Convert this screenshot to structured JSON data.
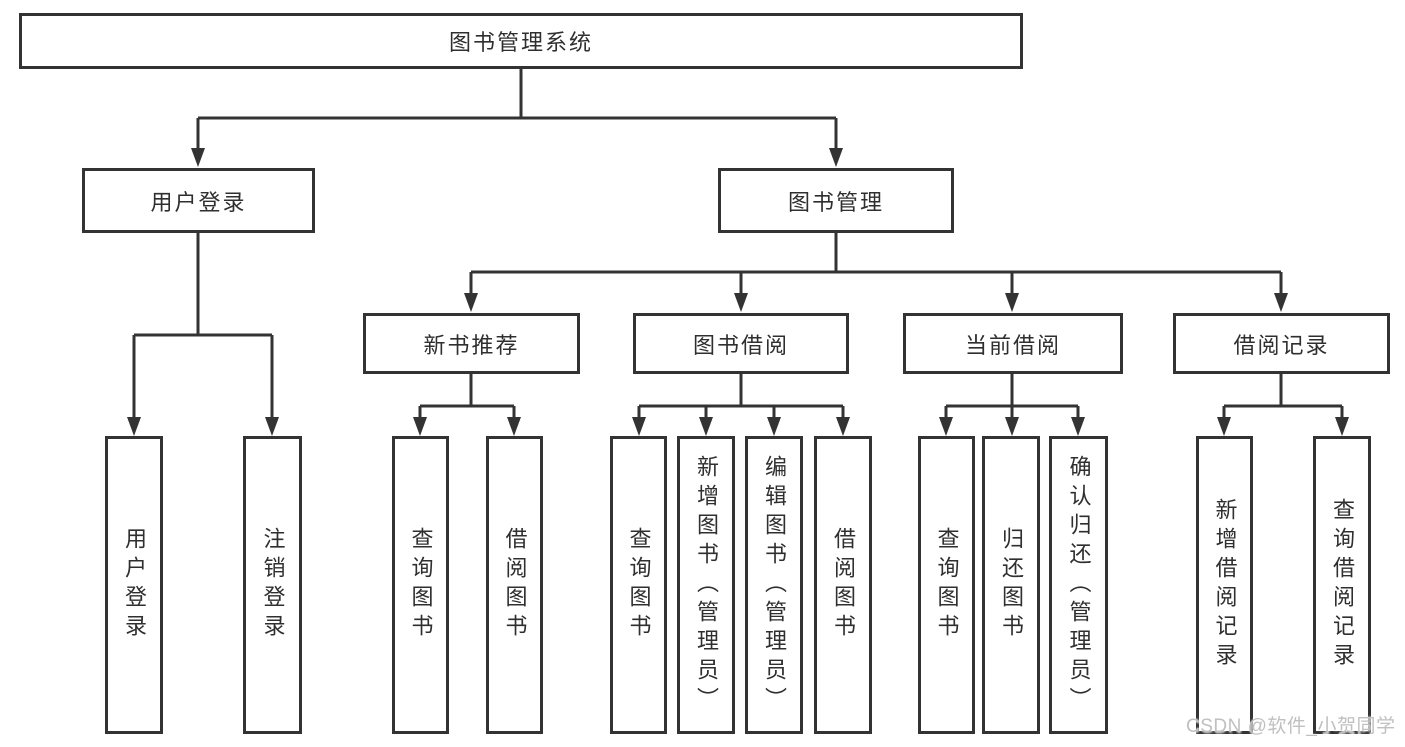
{
  "diagram": {
    "root": {
      "label": "图书管理系统",
      "children": {
        "user_login": {
          "label": "用户登录",
          "children": {
            "login": {
              "label": "用户登录"
            },
            "logout": {
              "label": "注销登录"
            }
          }
        },
        "book_mgmt": {
          "label": "图书管理",
          "children": {
            "new_book_rec": {
              "label": "新书推荐",
              "children": {
                "query_book": {
                  "label": "查询图书"
                },
                "borrow_book": {
                  "label": "借阅图书"
                }
              }
            },
            "book_borrow": {
              "label": "图书借阅",
              "children": {
                "query_book": {
                  "label": "查询图书"
                },
                "add_book": {
                  "label": "新增图书（管理员）"
                },
                "edit_book": {
                  "label": "编辑图书（管理员）"
                },
                "borrow_book": {
                  "label": "借阅图书"
                }
              }
            },
            "current_borrow": {
              "label": "当前借阅",
              "children": {
                "query_book": {
                  "label": "查询图书"
                },
                "return_book": {
                  "label": "归还图书"
                },
                "confirm_return": {
                  "label": "确认归还（管理员）"
                }
              }
            },
            "borrow_record": {
              "label": "借阅记录",
              "children": {
                "add_record": {
                  "label": "新增借阅记录"
                },
                "query_record": {
                  "label": "查询借阅记录"
                }
              }
            }
          }
        }
      }
    }
  },
  "watermark": {
    "text": "CSDN @软件_小贺同学"
  },
  "colors": {
    "line": "#333333",
    "text": "#2f2f2f",
    "box_fill": "#ffffff",
    "background": "#ffffff",
    "watermark": "#c0c0c0"
  }
}
